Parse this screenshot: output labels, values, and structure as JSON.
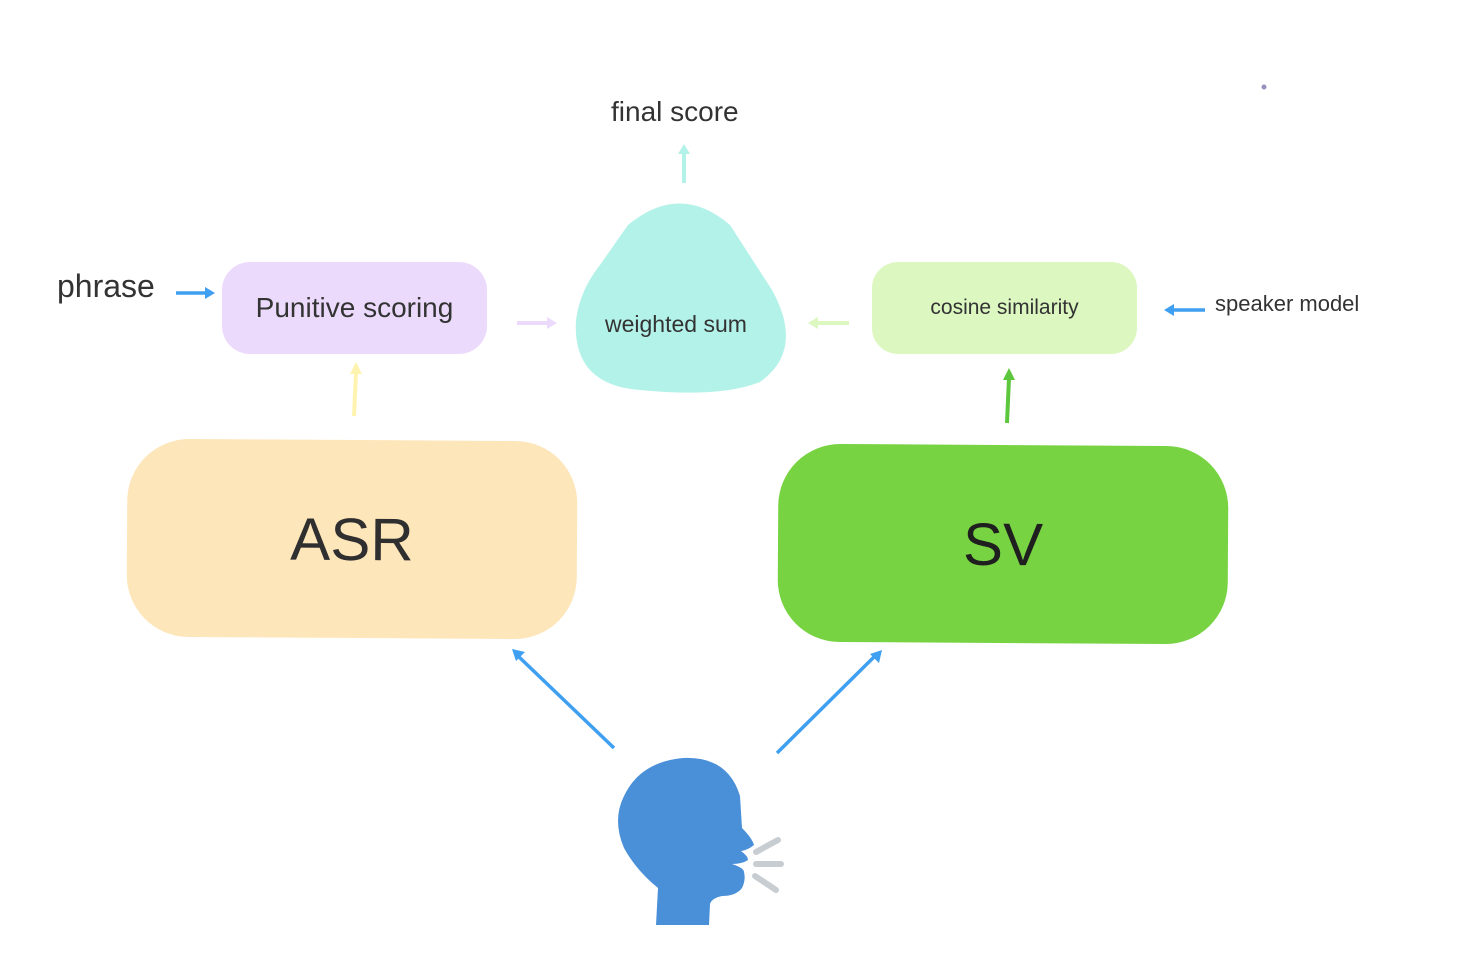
{
  "nodes": {
    "asr": "ASR",
    "sv": "SV",
    "punitive": "Punitive scoring",
    "cosine": "cosine similarity",
    "weighted": "weighted sum"
  },
  "inputs": {
    "phrase": "phrase",
    "speaker_model": "speaker model"
  },
  "output": {
    "final_score": "final score"
  },
  "icons": {
    "speaker": "speaking-head-icon"
  },
  "colors": {
    "asr": "#fee6bb",
    "sv": "#78d342",
    "punitive": "#ecdafc",
    "cosine": "#dcf7c0",
    "weighted": "#b3f2e9",
    "input_arrow": "#3f9ff0",
    "head": "#4a90d9",
    "sound_waves": "#c8cdd2"
  }
}
